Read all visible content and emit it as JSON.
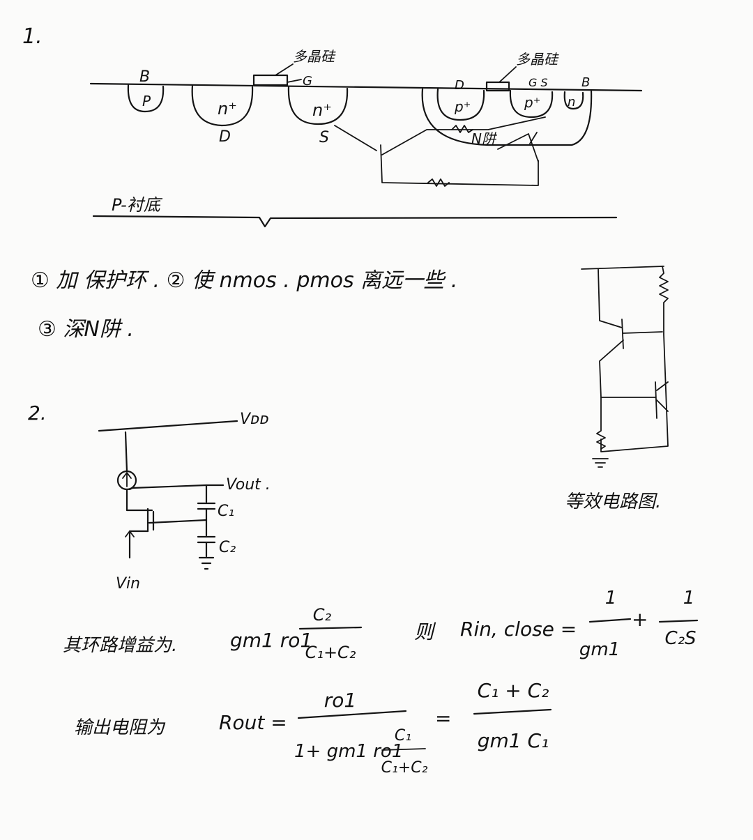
{
  "problem1": {
    "number": "1.",
    "labels": {
      "poly1": "多晶硅",
      "poly2": "多晶硅",
      "b_left": "B",
      "p_left": "P",
      "nplus_d": "n⁺",
      "nplus_s": "n⁺",
      "d_left": "D",
      "s_left": "S",
      "g_left": "G",
      "d_right": "D",
      "gs_right": "G S",
      "b_right": "B",
      "pplus_1": "p⁺",
      "pplus_2": "p⁺",
      "n_right": "n",
      "nwell": "N阱",
      "substrate": "P-衬底"
    },
    "answers": [
      "① 加 保护环 . ② 使 nmos . pmos 离远一些 .",
      "③ 深N阱 ."
    ],
    "equiv_caption": "等效电路图."
  },
  "problem2": {
    "number": "2.",
    "labels": {
      "vdd": "Vᴅᴅ",
      "vout": "Vout .",
      "c1": "C₁",
      "c2": "C₂",
      "vin": "Vin"
    },
    "loop_gain_text": "其环路增益为.",
    "loop_gain_expr": "gm1 ro1",
    "loop_gain_num": "C₂",
    "loop_gain_den": "C₁+C₂",
    "then": "则",
    "rin_label": "Rin, close =",
    "rin_term1_num": "1",
    "rin_term1_den": "gm1",
    "rin_plus": "+",
    "rin_term2_num": "1",
    "rin_term2_den": "C₂S",
    "rout_text": "输出电阻为",
    "rout_label": "Rout =",
    "rout_num": "ro1",
    "rout_den_prefix": "1+ gm1 ro1",
    "rout_den_frac_num": "C₁",
    "rout_den_frac_den": "C₁+C₂",
    "rout_eq": "=",
    "rout_result_num": "C₁ + C₂",
    "rout_result_den": "gm1 C₁"
  }
}
